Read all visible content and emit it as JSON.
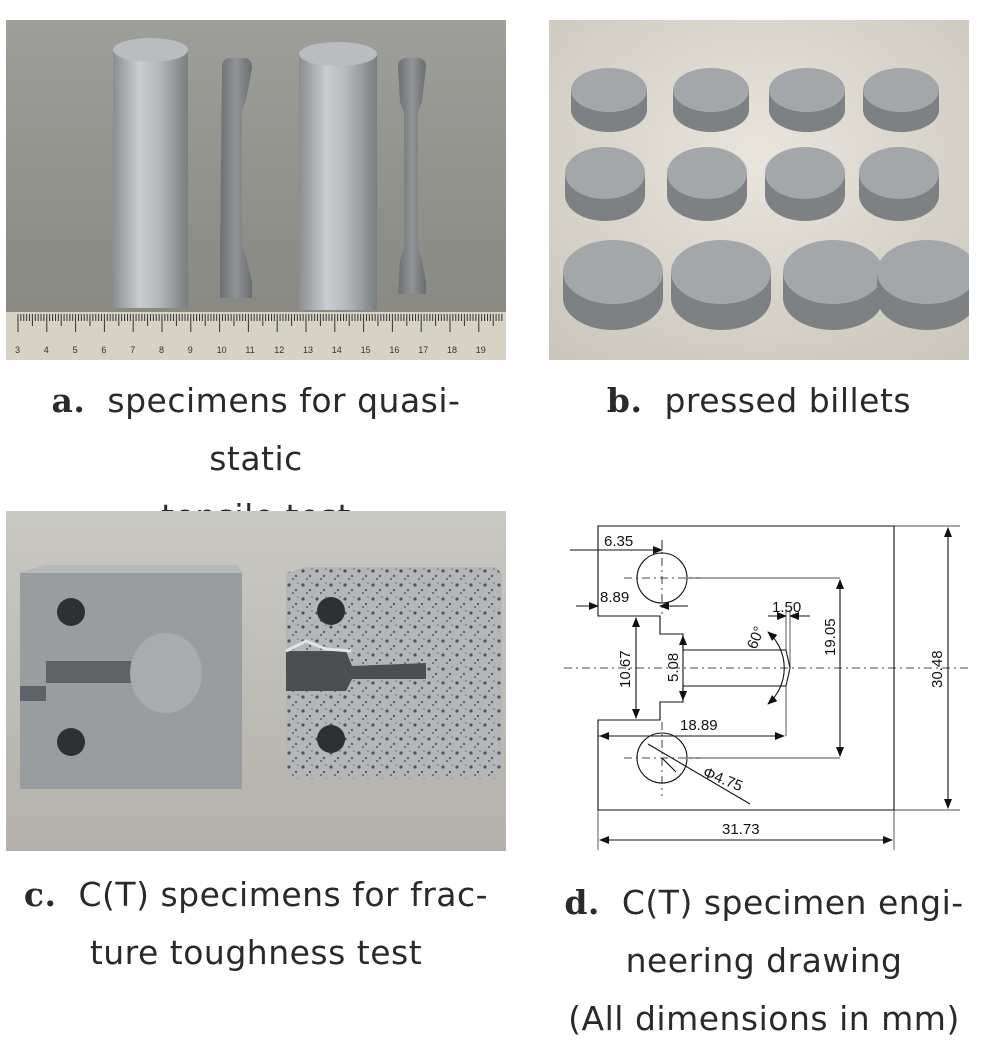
{
  "panels": {
    "a": {
      "letter": "a.",
      "caption_line1": "specimens for quasi-static",
      "caption_line2": "tensile test",
      "ruler_numbers": [
        "3",
        "4",
        "5",
        "6",
        "7",
        "8",
        "9",
        "10",
        "11",
        "12",
        "13",
        "14",
        "15",
        "16",
        "17",
        "18",
        "19"
      ]
    },
    "b": {
      "letter": "b.",
      "caption_line1": "pressed billets"
    },
    "c": {
      "letter": "c.",
      "caption_line1": "C(T) specimens for frac-",
      "caption_line2": "ture toughness test"
    },
    "d": {
      "letter": "d.",
      "caption_line1": "C(T) specimen engi-",
      "caption_line2": "neering drawing",
      "caption_line3": "(All dimensions in mm)",
      "dims": {
        "d635": "6.35",
        "d889": "8.89",
        "d150": "1.50",
        "d60": "60°",
        "d1905": "19.05",
        "d1067": "10.67",
        "d508": "5.08",
        "d3048": "30.48",
        "d1889": "18.89",
        "d475": "Φ4.75",
        "d3173": "31.73"
      }
    }
  }
}
